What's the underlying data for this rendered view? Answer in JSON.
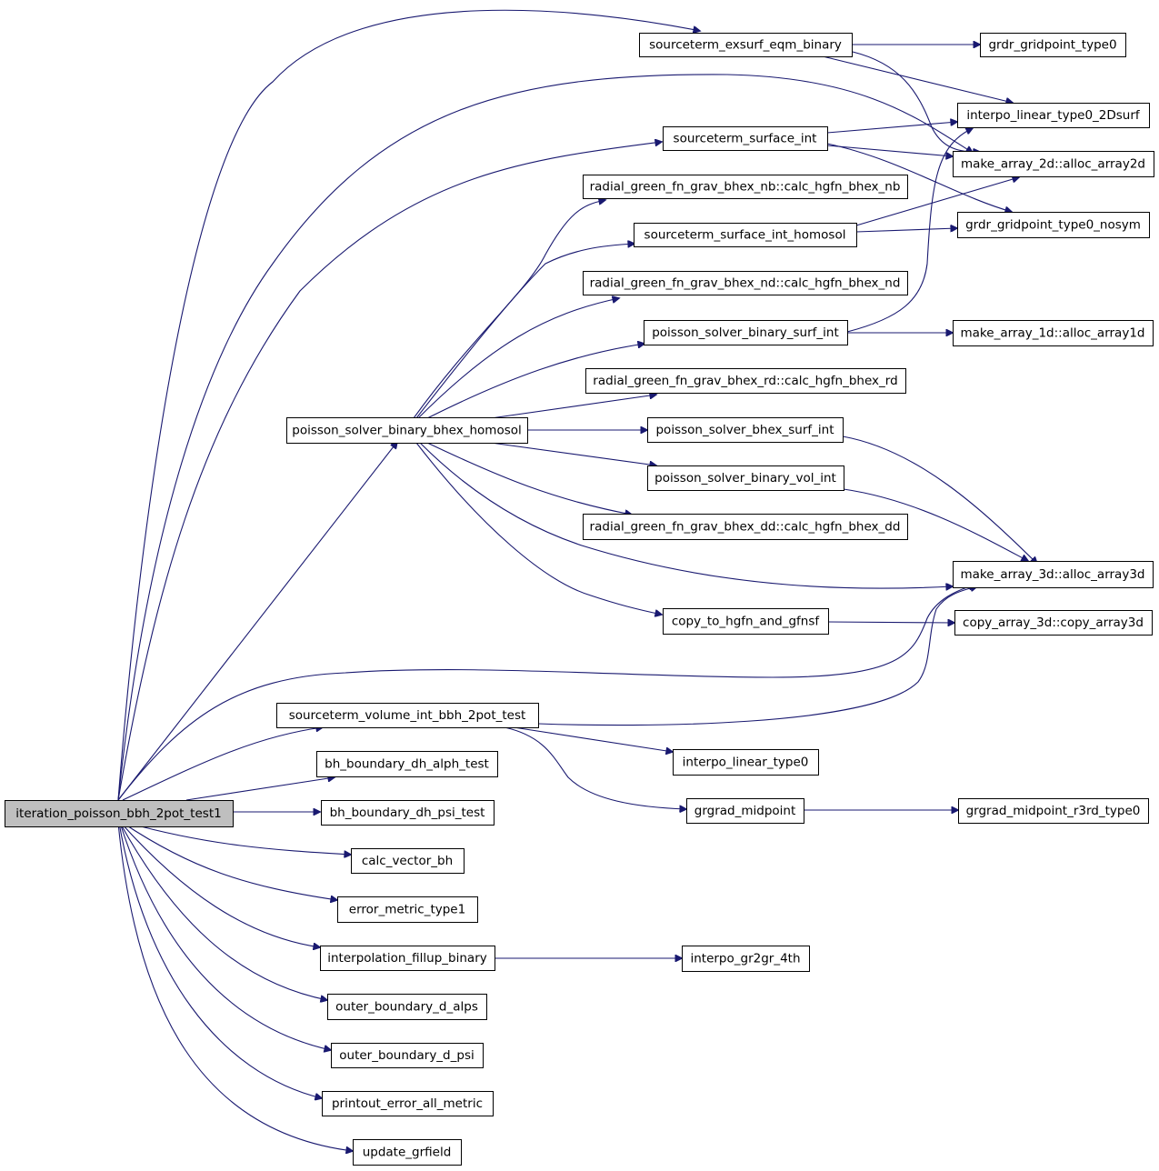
{
  "colors": {
    "edge": "#191970",
    "root_fill": "#bfbfbf",
    "node_fill": "#ffffff",
    "node_border": "#000000"
  },
  "nodes": {
    "n_root": "iteration_poisson_bbh_2pot_test1",
    "n_exsurf": "sourceterm_exsurf_eqm_binary",
    "n_surfint": "sourceterm_surface_int",
    "n_nb": "radial_green_fn_grav_bhex_nb::calc_hgfn_bhex_nb",
    "n_surfhomo": "sourceterm_surface_int_homosol",
    "n_nd": "radial_green_fn_grav_bhex_nd::calc_hgfn_bhex_nd",
    "n_psbsurf": "poisson_solver_binary_surf_int",
    "n_rd": "radial_green_fn_grav_bhex_rd::calc_hgfn_bhex_rd",
    "n_homosol": "poisson_solver_binary_bhex_homosol",
    "n_pbsurf": "poisson_solver_bhex_surf_int",
    "n_vol": "poisson_solver_binary_vol_int",
    "n_dd": "radial_green_fn_grav_bhex_dd::calc_hgfn_bhex_dd",
    "n_copyhg": "copy_to_hgfn_and_gfnsf",
    "n_svol": "sourceterm_volume_int_bbh_2pot_test",
    "n_alph": "bh_boundary_dh_alph_test",
    "n_psi": "bh_boundary_dh_psi_test",
    "n_calcv": "calc_vector_bh",
    "n_err": "error_metric_type1",
    "n_fill": "interpolation_fillup_binary",
    "n_oalps": "outer_boundary_d_alps",
    "n_opsi": "outer_boundary_d_psi",
    "n_print": "printout_error_all_metric",
    "n_upd": "update_grfield",
    "n_gp0": "grdr_gridpoint_type0",
    "n_i2d": "interpo_linear_type0_2Dsurf",
    "n_a2d": "make_array_2d::alloc_array2d",
    "n_gpns": "grdr_gridpoint_type0_nosym",
    "n_a1d": "make_array_1d::alloc_array1d",
    "n_a3d": "make_array_3d::alloc_array3d",
    "n_c3d": "copy_array_3d::copy_array3d",
    "n_ilin": "interpo_linear_type0",
    "n_ggm": "grgrad_midpoint",
    "n_ggm3": "grgrad_midpoint_r3rd_type0",
    "n_g2g": "interpo_gr2gr_4th"
  },
  "edges": [
    [
      "n_root",
      "n_exsurf"
    ],
    [
      "n_root",
      "n_a2d"
    ],
    [
      "n_root",
      "n_surfint"
    ],
    [
      "n_root",
      "n_homosol"
    ],
    [
      "n_root",
      "n_a3d"
    ],
    [
      "n_root",
      "n_svol"
    ],
    [
      "n_root",
      "n_alph"
    ],
    [
      "n_root",
      "n_psi"
    ],
    [
      "n_root",
      "n_calcv"
    ],
    [
      "n_root",
      "n_err"
    ],
    [
      "n_root",
      "n_fill"
    ],
    [
      "n_root",
      "n_oalps"
    ],
    [
      "n_root",
      "n_opsi"
    ],
    [
      "n_root",
      "n_print"
    ],
    [
      "n_root",
      "n_upd"
    ],
    [
      "n_exsurf",
      "n_gp0"
    ],
    [
      "n_exsurf",
      "n_i2d"
    ],
    [
      "n_exsurf",
      "n_a2d"
    ],
    [
      "n_surfint",
      "n_i2d"
    ],
    [
      "n_surfint",
      "n_a2d"
    ],
    [
      "n_surfint",
      "n_gpns"
    ],
    [
      "n_surfhomo",
      "n_a2d"
    ],
    [
      "n_surfhomo",
      "n_gpns"
    ],
    [
      "n_psbsurf",
      "n_i2d"
    ],
    [
      "n_psbsurf",
      "n_a1d"
    ],
    [
      "n_homosol",
      "n_nb"
    ],
    [
      "n_homosol",
      "n_surfhomo"
    ],
    [
      "n_homosol",
      "n_nd"
    ],
    [
      "n_homosol",
      "n_psbsurf"
    ],
    [
      "n_homosol",
      "n_rd"
    ],
    [
      "n_homosol",
      "n_pbsurf"
    ],
    [
      "n_homosol",
      "n_vol"
    ],
    [
      "n_homosol",
      "n_dd"
    ],
    [
      "n_homosol",
      "n_a3d"
    ],
    [
      "n_homosol",
      "n_copyhg"
    ],
    [
      "n_homosol",
      "n_surfint"
    ],
    [
      "n_pbsurf",
      "n_a3d"
    ],
    [
      "n_vol",
      "n_a3d"
    ],
    [
      "n_copyhg",
      "n_c3d"
    ],
    [
      "n_svol",
      "n_a3d"
    ],
    [
      "n_svol",
      "n_ilin"
    ],
    [
      "n_svol",
      "n_ggm"
    ],
    [
      "n_ggm",
      "n_ggm3"
    ],
    [
      "n_fill",
      "n_g2g"
    ]
  ]
}
